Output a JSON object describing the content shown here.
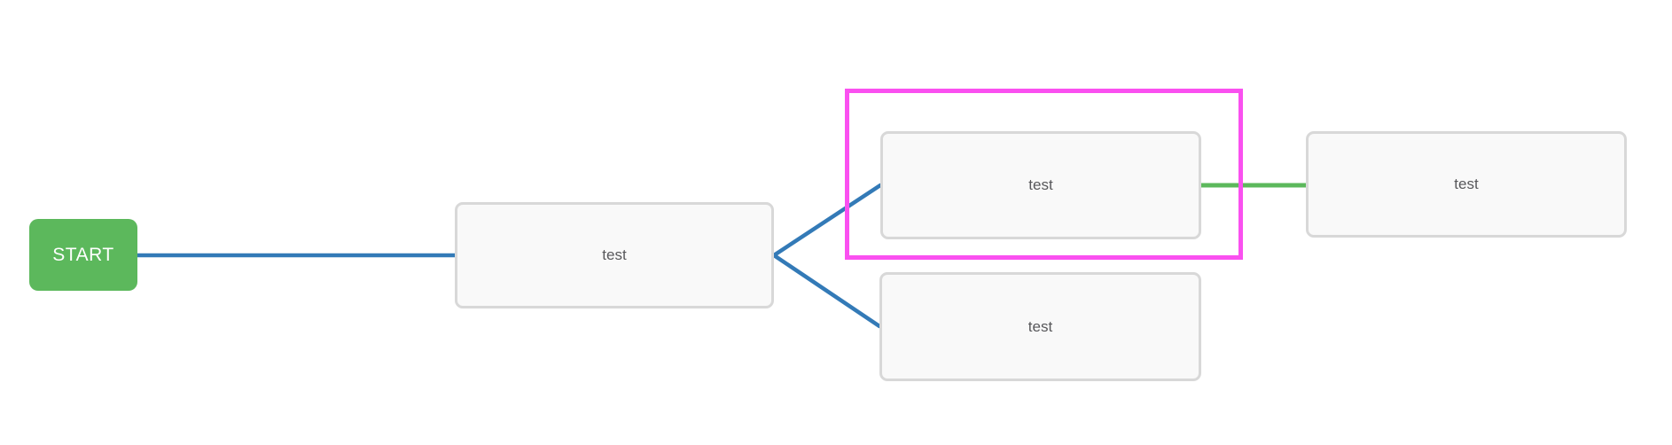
{
  "colors": {
    "canvas_bg": "#ffffff",
    "start_green": "#5cb85c",
    "start_text": "#ffffff",
    "connector_blue": "#337ab7",
    "connector_green": "#5cb85c",
    "selection_magenta": "#fa50f0",
    "node_bg": "#f9f9f9",
    "node_border": "#d8d8d8",
    "node_text": "#58585b"
  },
  "nodes": {
    "start": {
      "label": "START",
      "type": "start"
    },
    "node1": {
      "label": "test",
      "type": "task",
      "selected": false
    },
    "node2": {
      "label": "test",
      "type": "task",
      "selected": true
    },
    "node3": {
      "label": "test",
      "type": "task",
      "selected": false
    },
    "node4": {
      "label": "test",
      "type": "task",
      "selected": false
    }
  },
  "connectors": [
    {
      "from": "start",
      "to": "node1",
      "color": "blue"
    },
    {
      "from": "node1",
      "to": "node2",
      "color": "blue"
    },
    {
      "from": "node1",
      "to": "node4",
      "color": "blue"
    },
    {
      "from": "node2",
      "to": "node3",
      "color": "green"
    }
  ]
}
